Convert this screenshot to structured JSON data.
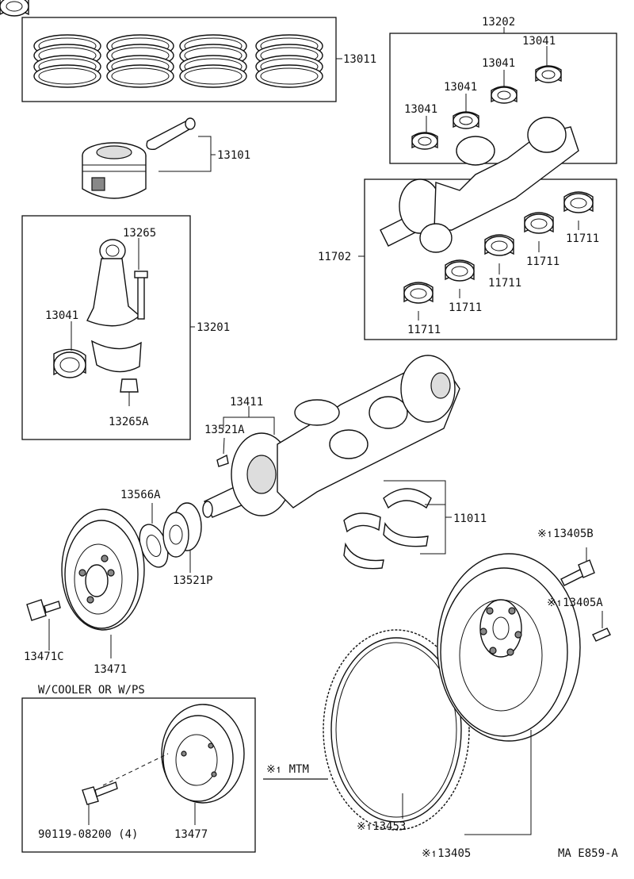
{
  "labels": {
    "p13011": "13011",
    "p13202": "13202",
    "p13041_a": "13041",
    "p13041_b": "13041",
    "p13041_c": "13041",
    "p13041_d": "13041",
    "p13101": "13101",
    "p13265": "13265",
    "p13041_e": "13041",
    "p13201": "13201",
    "p13265a": "13265A",
    "p11702": "11702",
    "p11711_a": "11711",
    "p11711_b": "11711",
    "p11711_c": "11711",
    "p11711_d": "11711",
    "p11711_e": "11711",
    "p13411": "13411",
    "p13521a": "13521A",
    "p13566a": "13566A",
    "p11011": "11011",
    "p13521p": "13521P",
    "p13471c": "13471C",
    "p13471": "13471",
    "p13405b": "※↿13405B",
    "p13405a": "※↿13405A",
    "cooler": "W/COOLER OR W/PS",
    "mtm": "※↿ MTM",
    "p90119": "90119-08200 (4)",
    "p13477": "13477",
    "p13453": "※↿13453",
    "p13405": "※↿13405",
    "ref": "MA  E859-A"
  }
}
